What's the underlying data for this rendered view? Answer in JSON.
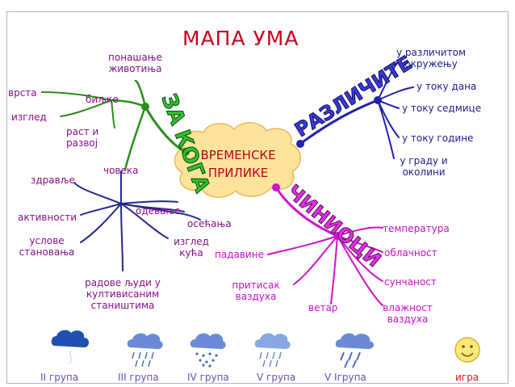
{
  "title": "МАПА УМА",
  "center": {
    "line1": "ВРЕМЕНСКЕ",
    "line2": "ПРИЛИКЕ"
  },
  "branches": {
    "who": {
      "banner": "ЗА КОГА",
      "bilje": {
        "label": "биљке",
        "children": [
          "врста",
          "изглед",
          "раст и",
          "развој"
        ]
      },
      "animals": {
        "line1": "понашање",
        "line2": "животиња"
      },
      "people": {
        "label": "човека",
        "children": {
          "health": "здравље",
          "activities": "активности",
          "living1": "услове",
          "living2": "становања",
          "clothing": "одевање",
          "feelings": "осећања",
          "house1": "изглед",
          "house2": "кућа",
          "work1": "радове људи у",
          "work2": "култивисаним",
          "work3": "стаништима"
        }
      }
    },
    "different": {
      "banner": "РАЗЛИЧИТЕ",
      "items": {
        "env1": "у различитом",
        "env2": "окружењу",
        "day": "у току дана",
        "week": "у току седмице",
        "year": "у току године",
        "city1": "у граду и",
        "city2": "околини"
      }
    },
    "elements": {
      "banner": "ЧИНИОЦИ",
      "items": {
        "temperature": "температура",
        "clouds": "облачност",
        "sun": "сунчаност",
        "humidity1": "влажност",
        "humidity2": "ваздуха",
        "wind": "ветар",
        "pressure1": "притисак",
        "pressure2": "ваздуха",
        "precipitation": "падавине"
      }
    }
  },
  "groups": [
    "II група",
    "III група",
    "IV група",
    "V група",
    "V Iгрупа"
  ],
  "game": {
    "label": "игра",
    "icon": "smiley-icon"
  },
  "colors": {
    "title": "#c8001c",
    "who_branch": "#228b22",
    "people_branch": "#1f2a8f",
    "different_branch": "#2222aa",
    "elements_branch": "#d010d0",
    "cloud_fill": "#ffe39a",
    "group_labels": "#6a4fb0"
  }
}
